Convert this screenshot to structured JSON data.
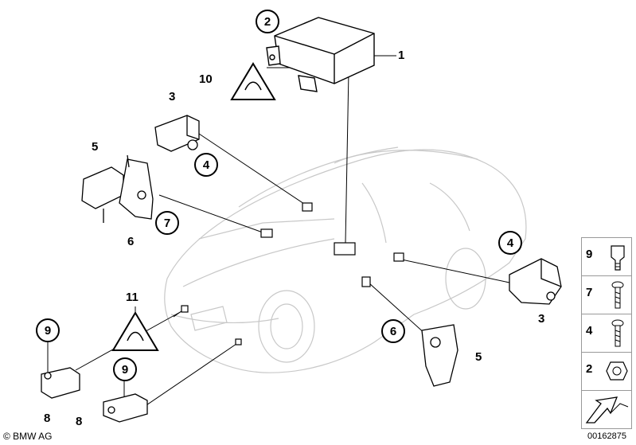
{
  "labels": {
    "l1": "1",
    "l2": "2",
    "l3a": "3",
    "l3b": "3",
    "l4a": "4",
    "l4b": "4",
    "l5a": "5",
    "l5b": "5",
    "l6a": "6",
    "l6b": "6",
    "l7": "7",
    "l8a": "8",
    "l8b": "8",
    "l9a": "9",
    "l9b": "9",
    "l10": "10",
    "l11": "11"
  },
  "legend": [
    {
      "num": "9",
      "icon": "sensor-icon"
    },
    {
      "num": "7",
      "icon": "screw-icon"
    },
    {
      "num": "4",
      "icon": "screw-icon"
    },
    {
      "num": "2",
      "icon": "nut-icon"
    },
    {
      "num": "",
      "icon": "arrow-icon"
    }
  ],
  "footer": {
    "copyright": "© BMW AG",
    "doc_id": "00162875"
  },
  "colors": {
    "line": "#000000",
    "car": "#c8c8c8"
  }
}
